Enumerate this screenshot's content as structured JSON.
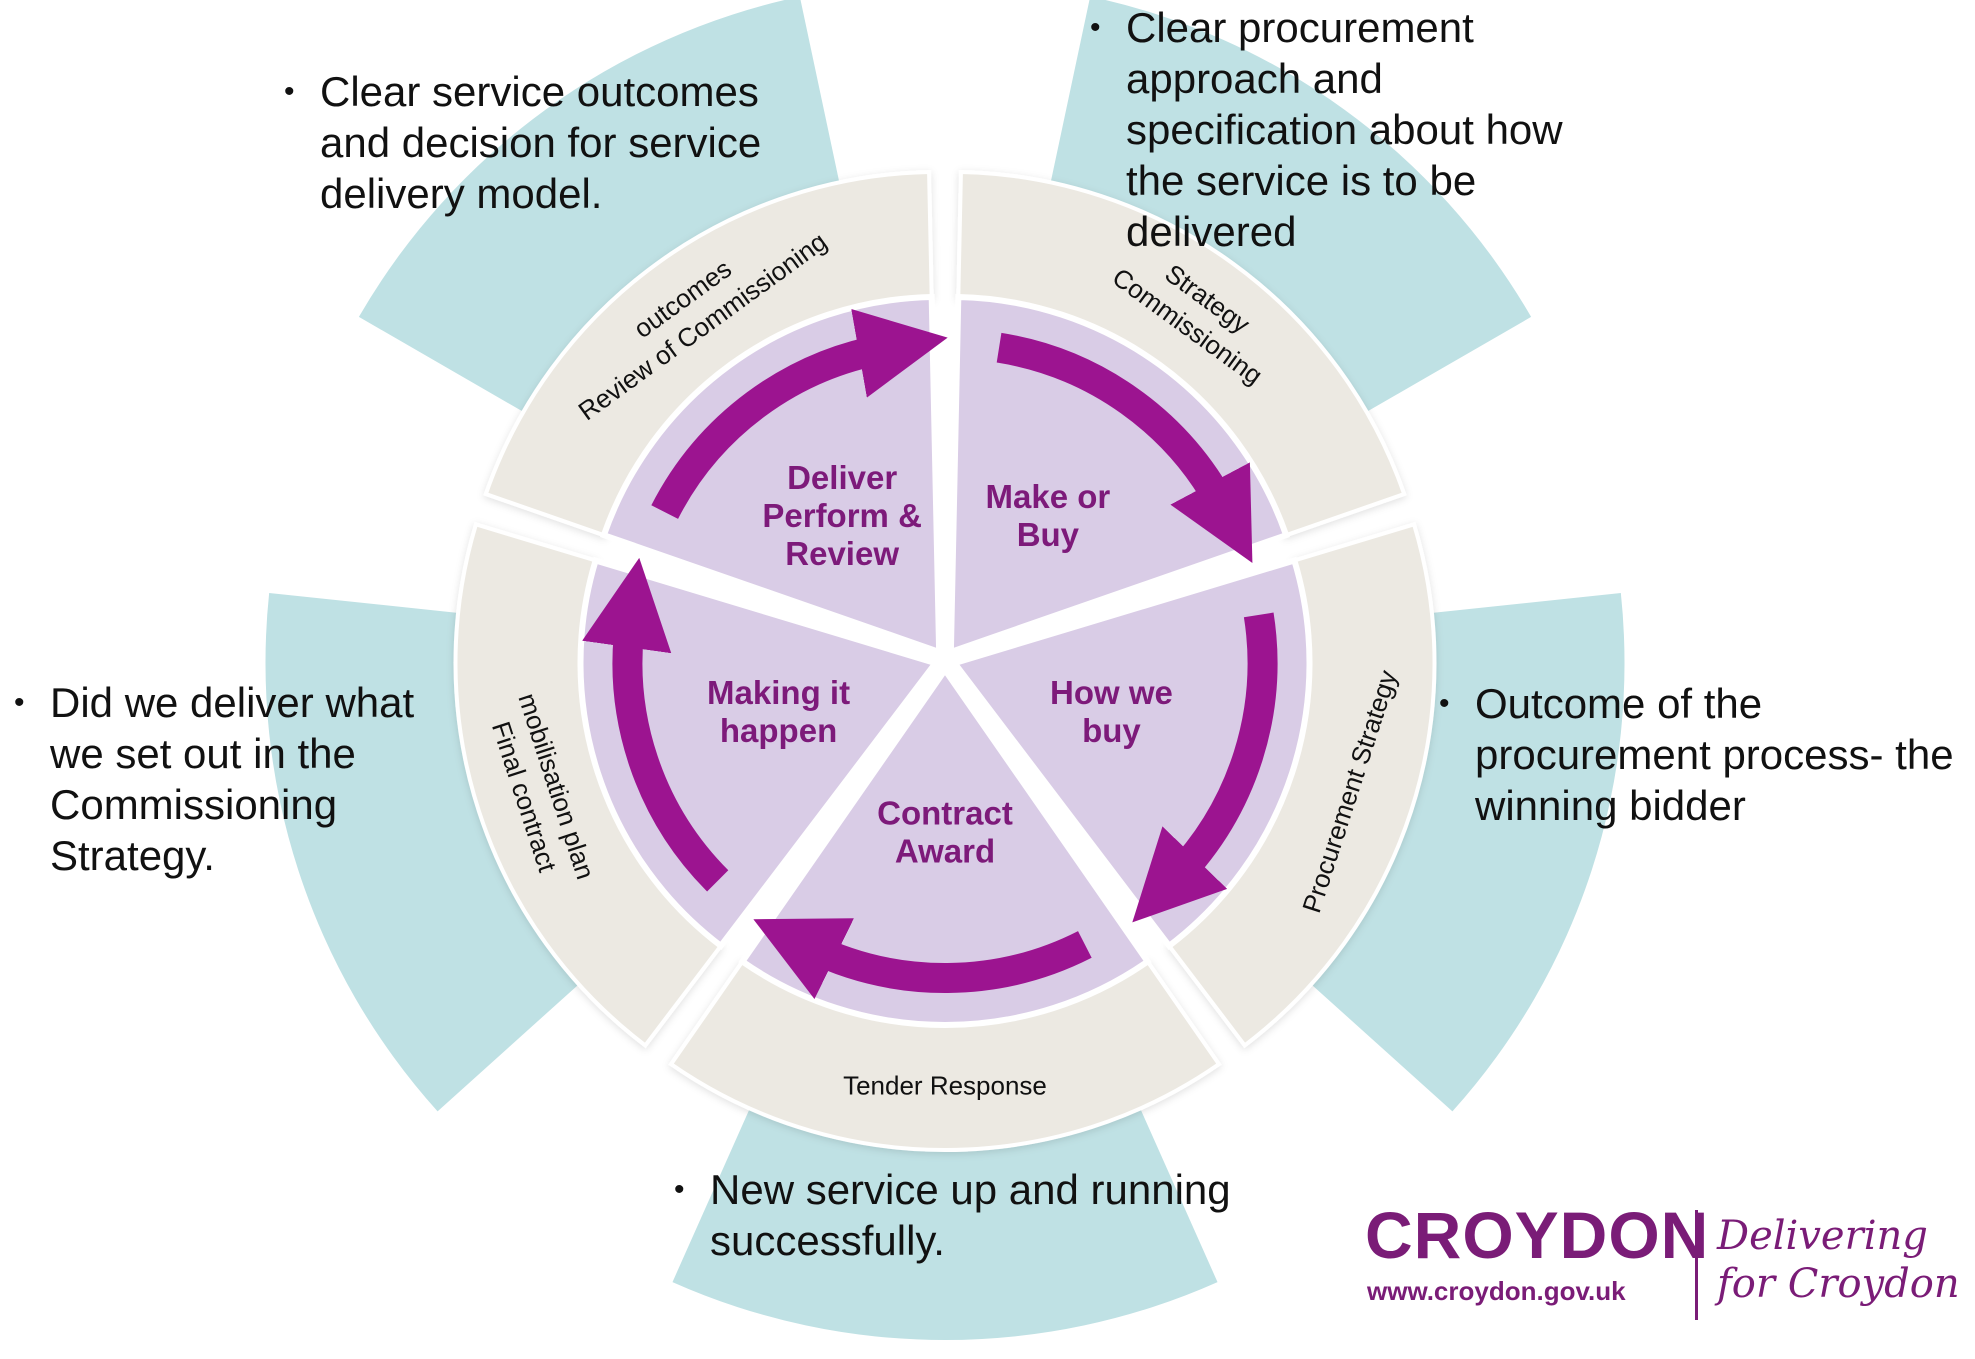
{
  "colors": {
    "outer_petal": "#bfe1e4",
    "ring": "#ece9e2",
    "inner": "#d9cce6",
    "arrow": "#9c1490",
    "stage_text": "#7d1a7a",
    "brand": "#7a1c77"
  },
  "stages": [
    {
      "label": [
        "Make or",
        "Buy"
      ],
      "ring_label": [
        "Commissioning",
        "Strategy"
      ]
    },
    {
      "label": [
        "How we",
        "buy"
      ],
      "ring_label": [
        "Procurement Strategy"
      ]
    },
    {
      "label": [
        "Contract",
        "Award"
      ],
      "ring_label": [
        "Tender Response"
      ]
    },
    {
      "label": [
        "Making it",
        "happen"
      ],
      "ring_label": [
        "Final contract",
        "mobilisation plan"
      ]
    },
    {
      "label": [
        "Deliver",
        "Perform &",
        "Review"
      ],
      "ring_label": [
        "Review of Commissioning",
        "outcomes"
      ]
    }
  ],
  "bullets": [
    {
      "lines": [
        "Clear service outcomes",
        "and decision for service",
        "delivery model."
      ]
    },
    {
      "lines": [
        "Clear procurement",
        "approach and",
        "specification about how",
        "the service is to be",
        "delivered"
      ]
    },
    {
      "lines": [
        "Outcome of the",
        "procurement process- the",
        "winning bidder"
      ]
    },
    {
      "lines": [
        "New service up and running",
        "successfully."
      ]
    },
    {
      "lines": [
        "Did we deliver what",
        "we set out in the",
        "Commissioning",
        "Strategy."
      ]
    }
  ],
  "bullet_glyph": "•",
  "logo": {
    "name": "CROYDON",
    "url": "www.croydon.gov.uk",
    "tagline": [
      "Delivering",
      "for Croydon"
    ]
  }
}
